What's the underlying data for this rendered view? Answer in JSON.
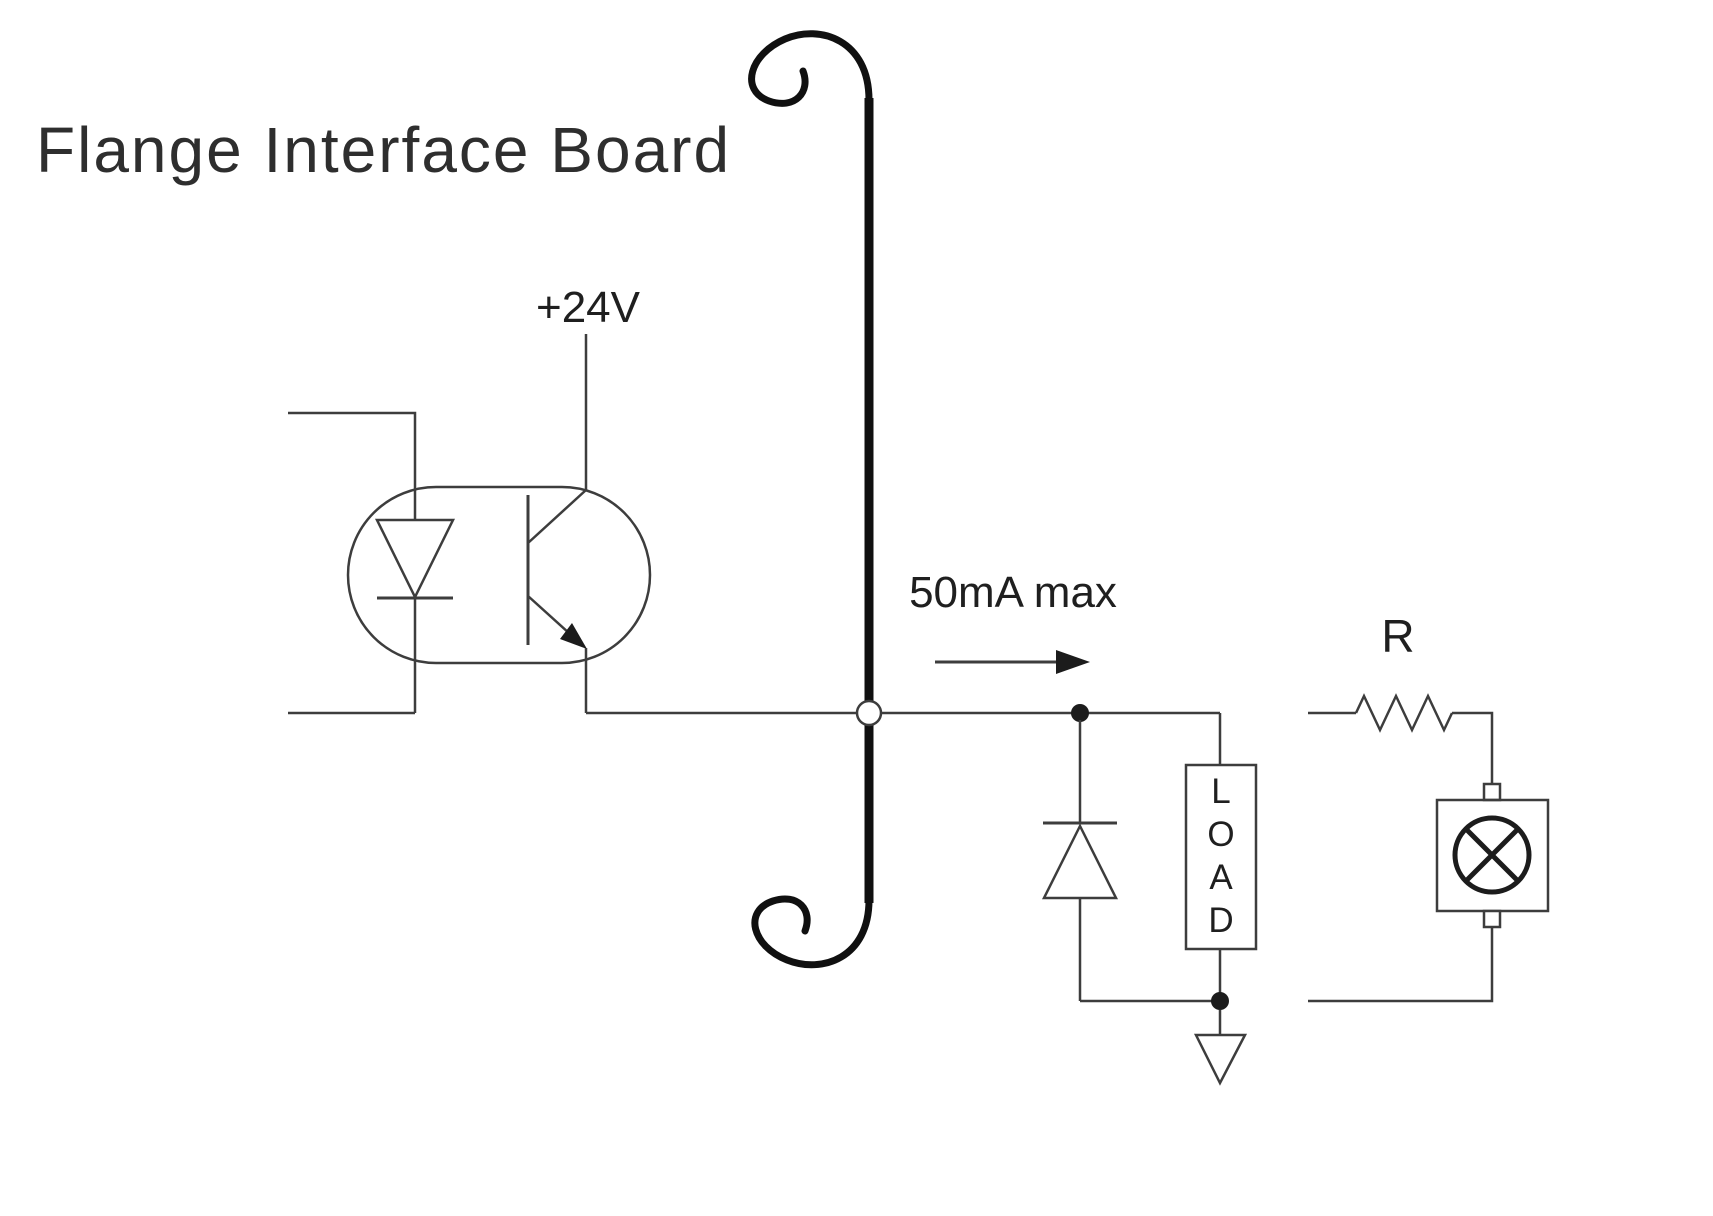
{
  "title": "Flange Interface Board",
  "labels": {
    "supply": "+24V",
    "current_max": "50mA max",
    "resistor": "R",
    "load_letters": [
      "L",
      "O",
      "A",
      "D"
    ]
  },
  "components": {
    "optocoupler": "optocoupler with LED input and phototransistor output",
    "board_boundary": "flange interface board boundary with cable break symbols",
    "flyback_diode": "clamp diode across load",
    "load": "LOAD block to ground",
    "external_branch": "series resistor R with indicator lamp"
  },
  "colors": {
    "ink": "#2e2e2e",
    "line": "#3d3d3d",
    "boundary": "#101010",
    "background": "#ffffff"
  }
}
